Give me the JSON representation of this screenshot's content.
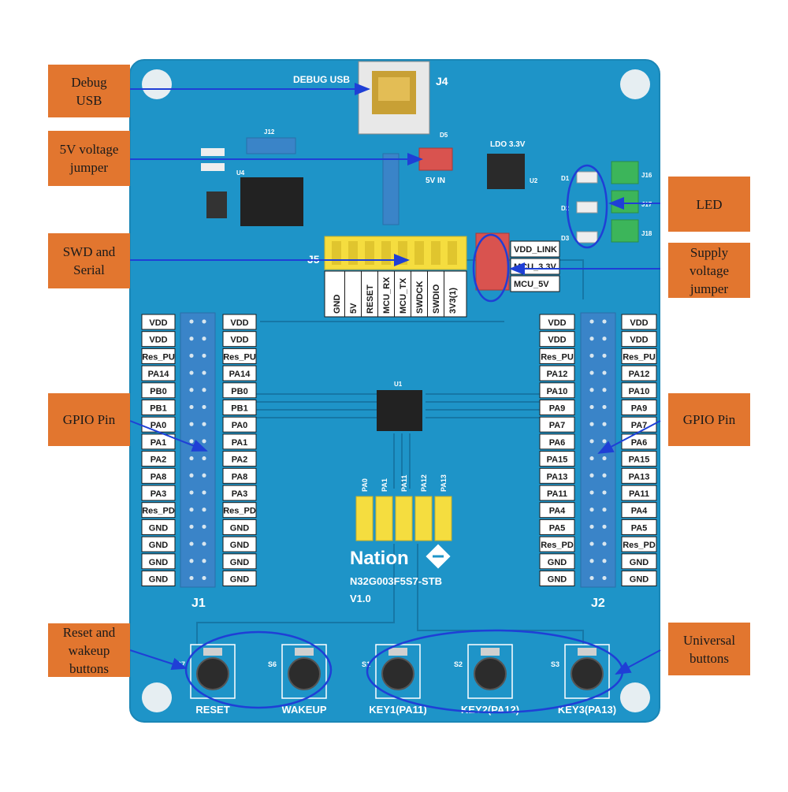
{
  "callouts": {
    "debug_usb": [
      "Debug",
      "USB"
    ],
    "voltage_jumper_5v": [
      "5V voltage",
      "jumper"
    ],
    "swd_serial": [
      "SWD and",
      "Serial"
    ],
    "led": [
      "LED"
    ],
    "supply_jumper": [
      "Supply",
      "voltage",
      "jumper"
    ],
    "gpio_left": [
      "GPIO Pin"
    ],
    "gpio_right": [
      "GPIO Pin"
    ],
    "reset_wakeup": [
      "Reset and",
      "wakeup",
      "buttons"
    ],
    "universal": [
      "Universal",
      "buttons"
    ]
  },
  "board": {
    "debug_usb_label": "DEBUG USB",
    "j4": "J4",
    "j12": "J12",
    "ldo": "LDO 3.3V",
    "u2": "U2",
    "u4": "U4",
    "u1": "U1",
    "d5": "D5",
    "jumper_5v_in": "5V IN",
    "j5": "J5",
    "j1": "J1",
    "j2": "J2",
    "brand": "Nation",
    "model": "N32G003F5S7-STB",
    "version": "V1.0",
    "swd_pins": [
      "GND",
      "5V",
      "RESET",
      "MCU_RX",
      "MCU_TX",
      "SWDCK",
      "SWDIO",
      "3V3(1)"
    ],
    "supply_labels": [
      "VDD_LINK",
      "MCU_3.3V",
      "MCU_5V"
    ],
    "led_headers": [
      "J16",
      "J17",
      "J18"
    ],
    "led_refs": [
      "D1",
      "D2",
      "D3"
    ],
    "left_pins": [
      "VDD",
      "VDD",
      "Res_PU",
      "PA14",
      "PB0",
      "PB1",
      "PA0",
      "PA1",
      "PA2",
      "PA8",
      "PA3",
      "Res_PD",
      "GND",
      "GND",
      "GND",
      "GND"
    ],
    "right_pins": [
      "VDD",
      "VDD",
      "Res_PU",
      "PA12",
      "PA10",
      "PA9",
      "PA7",
      "PA6",
      "PA15",
      "PA13",
      "PA11",
      "PA4",
      "PA5",
      "Res_PD",
      "GND",
      "GND"
    ],
    "mid_jumpers": [
      "PA0",
      "PA1",
      "PA11",
      "PA12",
      "PA13"
    ],
    "buttons": [
      {
        "ref": "S7",
        "label": "RESET"
      },
      {
        "ref": "S6",
        "label": "WAKEUP"
      },
      {
        "ref": "S1",
        "label": "KEY1(PA11)"
      },
      {
        "ref": "S2",
        "label": "KEY2(PA12)"
      },
      {
        "ref": "S3",
        "label": "KEY3(PA13)"
      }
    ]
  },
  "colors": {
    "board": "#1e94c8",
    "board_edge": "#1a86b6",
    "callout": "#e2762f",
    "arrow": "#1f3fd6",
    "header_yellow": "#f5dd3f",
    "header_blue": "#3a84c8",
    "jumper_red": "#d9534f",
    "jumper_green": "#3cb55a"
  }
}
